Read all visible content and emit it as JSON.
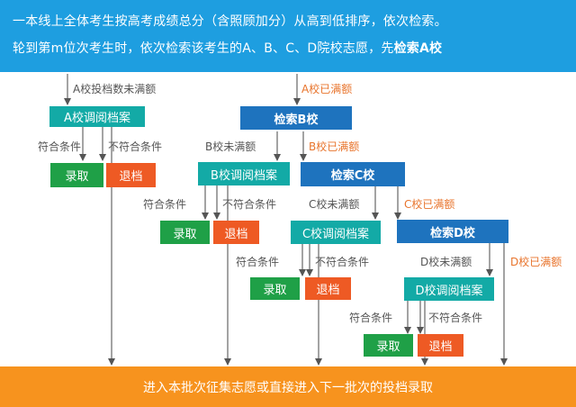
{
  "header": {
    "line1": "一本线上全体考生按高考成绩总分（含照顾加分）从高到低排序，依次检索。",
    "line2_prefix": "轮到第m位次考生时，依次检索该考生的A、B、C、D院校志愿，先",
    "line2_bold": "检索A校"
  },
  "footer": {
    "text": "进入本批次征集志愿或直接进入下一批次的投档录取"
  },
  "nodes": {
    "a_review": "A校调阅档案",
    "b_search": "检索B校",
    "b_review": "B校调阅档案",
    "c_search": "检索C校",
    "c_review": "C校调阅档案",
    "d_search": "检索D校",
    "d_review": "D校调阅档案",
    "admit": "录取",
    "reject": "退档"
  },
  "labels": {
    "a_not_full": "A校投档数未满额",
    "a_full": "A校已满额",
    "b_not_full": "B校未满额",
    "b_full": "B校已满额",
    "c_not_full": "C校未满额",
    "c_full": "C校已满额",
    "d_not_full": "D校未满额",
    "d_full": "D校已满额",
    "meets": "符合条件",
    "not_meets": "不符合条件"
  },
  "colors": {
    "header_bg": "#1e9ee0",
    "footer_bg": "#f7931e",
    "review_box": "#13aaa6",
    "search_box": "#1e73be",
    "admit_box": "#1fa047",
    "reject_box": "#ee5a24",
    "full_label": "#e8742c"
  }
}
